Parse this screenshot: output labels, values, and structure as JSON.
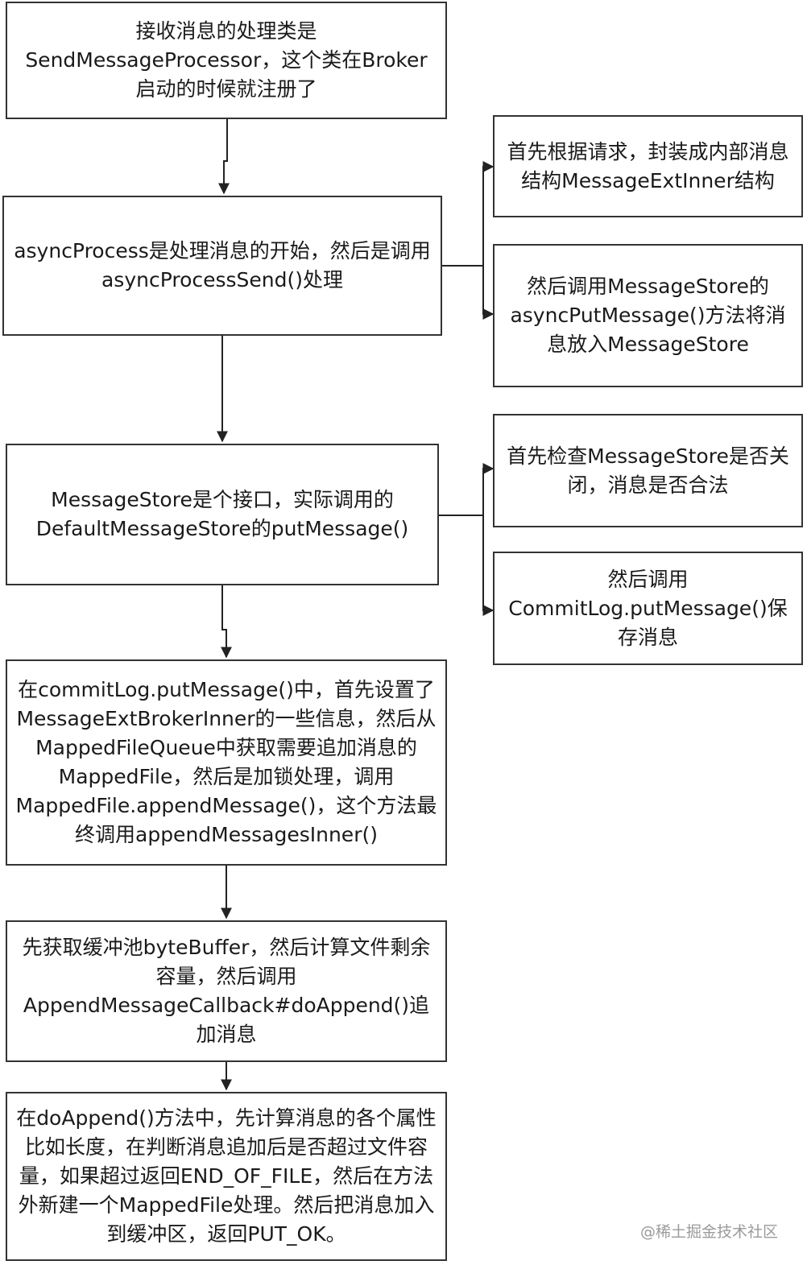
{
  "nodes": {
    "receive": "接收消息的处理类是SendMessageProcessor，这个类在Broker启动的时候就注册了",
    "async_process": "asyncProcess是处理消息的开始，然后是调用asyncProcessSend()处理",
    "wrap_inner": "首先根据请求，封装成内部消息结构MessageExtInner结构",
    "async_put": "然后调用MessageStore的asyncPutMessage()方法将消息放入MessageStore",
    "message_store": "MessageStore是个接口，实际调用的DefaultMessageStore的putMessage()",
    "check_closed": "首先检查MessageStore是否关闭，消息是否合法",
    "commitlog_put": "然后调用CommitLog.putMessage()保存消息",
    "commitlog_detail": "在commitLog.putMessage()中，首先设置了MessageExtBrokerInner的一些信息，然后从MappedFileQueue中获取需要追加消息的MappedFile，然后是加锁处理，调用MappedFile.appendMessage()，这个方法最终调用appendMessagesInner()",
    "buffer": "先获取缓冲池byteBuffer，然后计算文件剩余容量，然后调用AppendMessageCallback#doAppend()追加消息",
    "do_append": "在doAppend()方法中，先计算消息的各个属性比如长度，在判断消息追加后是否超过文件容量，如果超过返回END_OF_FILE，然后在方法外新建一个MappedFile处理。然后把消息加入到缓冲区，返回PUT_OK。"
  },
  "watermark": "@稀土掘金技术社区"
}
